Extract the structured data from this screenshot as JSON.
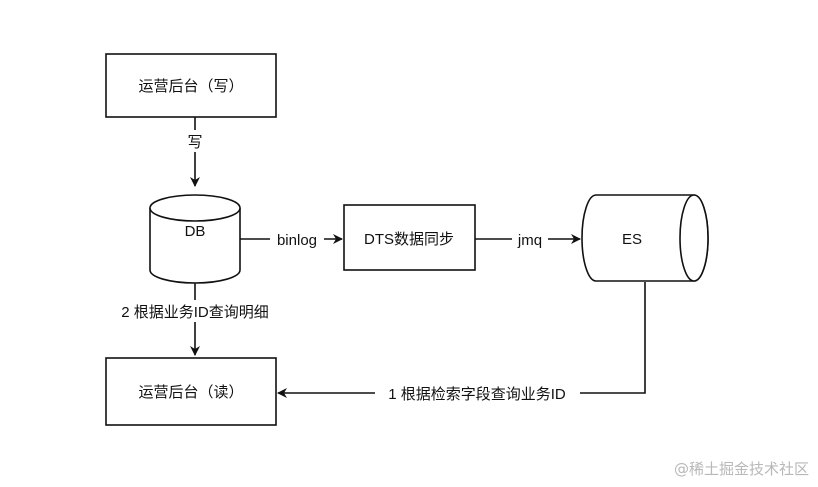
{
  "nodes": {
    "ops_write": "运营后台（写）",
    "db": "DB",
    "dts": "DTS数据同步",
    "es": "ES",
    "ops_read": "运营后台（读）"
  },
  "edges": {
    "write": "写",
    "binlog": "binlog",
    "jmq": "jmq",
    "query_detail": "2 根据业务ID查询明细",
    "search_ids": "1 根据检索字段查询业务ID"
  },
  "watermark": "@稀土掘金技术社区",
  "colors": {
    "stroke": "#111111",
    "fill": "#ffffff",
    "watermark": "#b8b8b8"
  }
}
